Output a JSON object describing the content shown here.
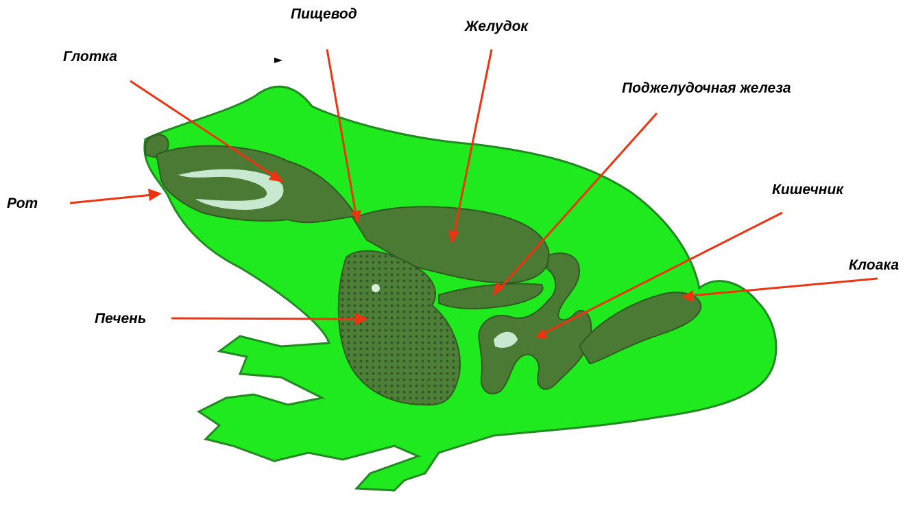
{
  "diagram": {
    "colors": {
      "body": "#1eea1e",
      "outline": "#238a23",
      "organ": "#4a7a33",
      "arrow": "#ee3311"
    },
    "labels": {
      "pharynx": "Глотка",
      "esophagus": "Пищевод",
      "stomach": "Желудок",
      "pancreas": "Поджелудочная железа",
      "mouth": "Рот",
      "intestine": "Кишечник",
      "cloaca": "Клоака",
      "liver": "Печень"
    }
  }
}
